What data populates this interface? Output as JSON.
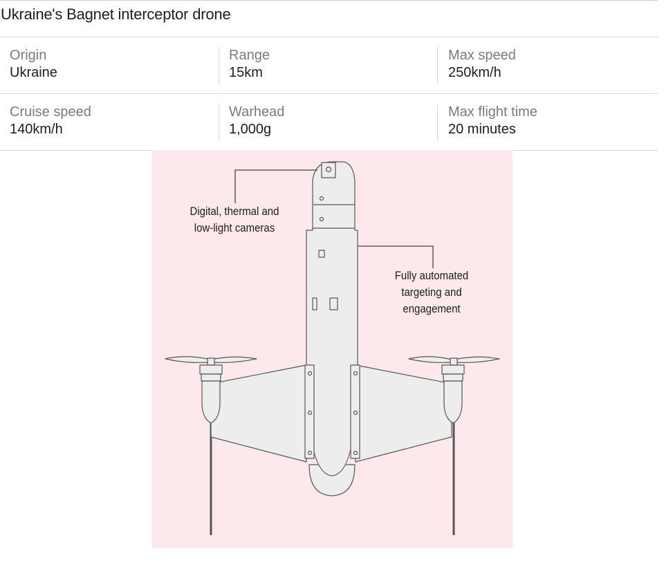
{
  "title": "Ukraine's Bagnet interceptor drone",
  "specs": [
    [
      {
        "label": "Origin",
        "value": "Ukraine"
      },
      {
        "label": "Range",
        "value": "15km"
      },
      {
        "label": "Max speed",
        "value": "250km/h"
      }
    ],
    [
      {
        "label": "Cruise speed",
        "value": "140km/h"
      },
      {
        "label": "Warhead",
        "value": "1,000g"
      },
      {
        "label": "Max flight time",
        "value": "20 minutes"
      }
    ]
  ],
  "diagram": {
    "background_color": "#fde9ec",
    "drone_fill": "#ededed",
    "line_color": "#555555",
    "callouts": {
      "cameras": {
        "line1": "Digital, thermal and",
        "line2": "low-light cameras"
      },
      "targeting": {
        "line1": "Fully automated",
        "line2": "targeting and",
        "line3": "engagement"
      }
    }
  }
}
